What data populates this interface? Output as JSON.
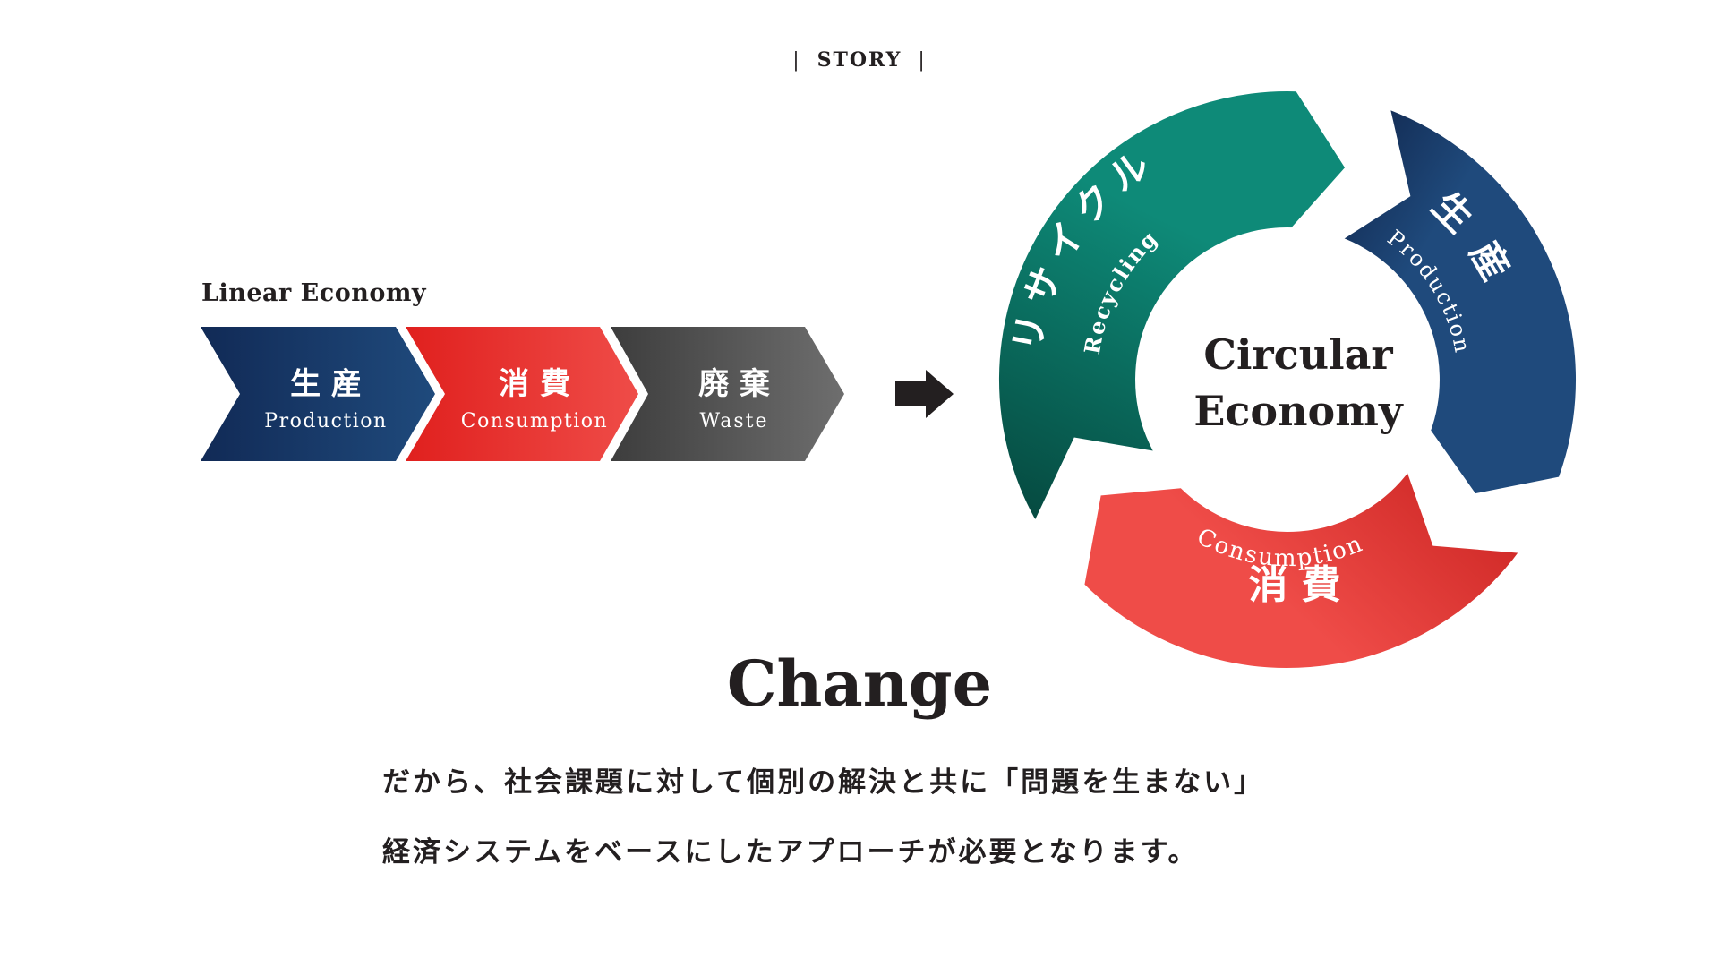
{
  "header": {
    "section_label": "STORY",
    "divider_glyph": "|"
  },
  "linear": {
    "title": "Linear Economy",
    "steps": [
      {
        "jp": "生 産",
        "en": "Production",
        "color_start": "#112a56",
        "color_end": "#1f4a7c"
      },
      {
        "jp": "消 費",
        "en": "Consumption",
        "color_start": "#e0201e",
        "color_end": "#ef4c48"
      },
      {
        "jp": "廃 棄",
        "en": "Waste",
        "color_start": "#3d3d3d",
        "color_end": "#6e6e6e"
      }
    ],
    "arrow_icon": "right-arrow-icon",
    "arrow_color": "#231f20"
  },
  "circular": {
    "center_line1": "Circular",
    "center_line2": "Economy",
    "segments": [
      {
        "key": "recycling",
        "jp": "リサイクル",
        "en": "Recycling",
        "color_start": "#0e8a78",
        "color_end": "#064c42"
      },
      {
        "key": "production",
        "jp": "生 産",
        "en": "Production",
        "color_start": "#0f2247",
        "color_end": "#1f4a7c"
      },
      {
        "key": "consumption",
        "jp": "消 費",
        "en": "Consumption",
        "color_start": "#ef4c48",
        "color_end": "#c8211f"
      }
    ]
  },
  "conclusion": {
    "heading": "Change",
    "line1": "だから、社会課題に対して個別の解決と共に「問題を生まない」",
    "line2": "経済システムをベースにしたアプローチが必要となります。"
  }
}
